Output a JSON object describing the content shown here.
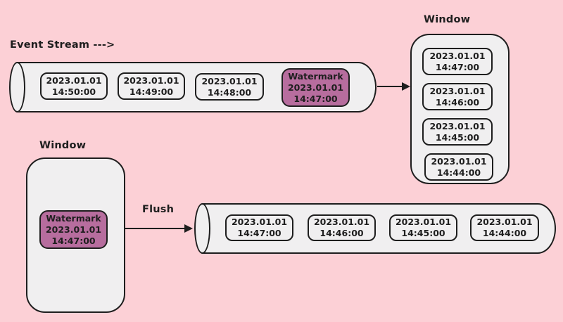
{
  "colors": {
    "background": "#fcd0d6",
    "shape_fill": "#f0eff0",
    "watermark_fill": "#b76d9e",
    "stroke": "#1e1e1e"
  },
  "labels": {
    "event_stream": "Event Stream --->",
    "flush": "Flush"
  },
  "stream_pipe": {
    "events": [
      {
        "date": "2023.01.01",
        "time": "14:50:00"
      },
      {
        "date": "2023.01.01",
        "time": "14:49:00"
      },
      {
        "date": "2023.01.01",
        "time": "14:48:00"
      }
    ],
    "watermark": {
      "label": "Watermark",
      "date": "2023.01.01",
      "time": "14:47:00"
    }
  },
  "window_top": {
    "title": "Window",
    "events": [
      {
        "date": "2023.01.01",
        "time": "14:47:00"
      },
      {
        "date": "2023.01.01",
        "time": "14:46:00"
      },
      {
        "date": "2023.01.01",
        "time": "14:45:00"
      },
      {
        "date": "2023.01.01",
        "time": "14:44:00"
      }
    ]
  },
  "window_bottom": {
    "title": "Window",
    "watermark": {
      "label": "Watermark",
      "date": "2023.01.01",
      "time": "14:47:00"
    }
  },
  "flush_pipe": {
    "events": [
      {
        "date": "2023.01.01",
        "time": "14:47:00"
      },
      {
        "date": "2023.01.01",
        "time": "14:46:00"
      },
      {
        "date": "2023.01.01",
        "time": "14:45:00"
      },
      {
        "date": "2023.01.01",
        "time": "14:44:00"
      }
    ]
  }
}
